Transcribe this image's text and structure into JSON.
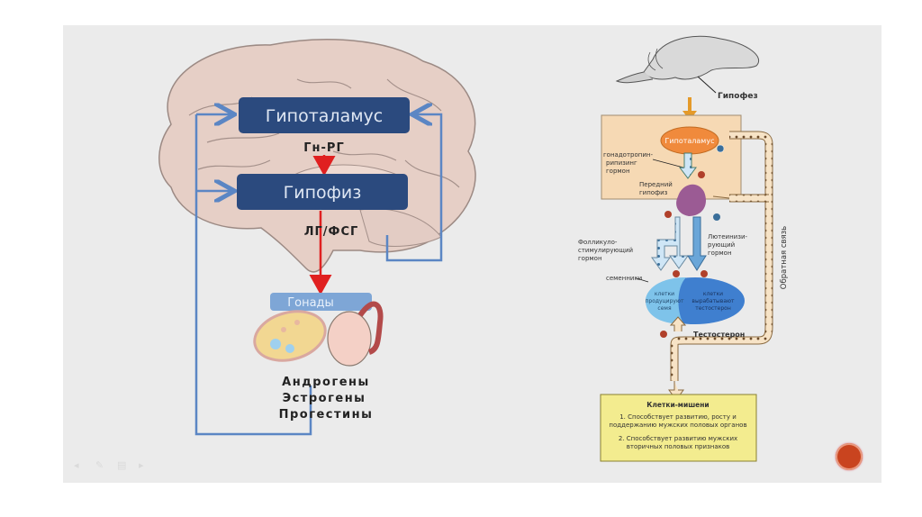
{
  "left_diagram": {
    "hypothalamus_label": "Гипоталамус",
    "gnrh_label": "Гн-РГ",
    "pituitary_label": "Гипофиз",
    "lh_fsh_label": "ЛГ/ФСГ",
    "gonads_label": "Гонады",
    "hormones": [
      "Андрогены",
      "Эстрогены",
      "Прогестины"
    ],
    "colors": {
      "box": "#2b4a7e",
      "feedback": "#5b86c4",
      "stimulus": "#e02020",
      "gonads": "#7ea6d6"
    }
  },
  "right_diagram": {
    "pituitary_pointer_label": "Гипофез",
    "hypothalamus_label": "Гипоталамус",
    "gnrh_label_lines": [
      "гонадотропин-",
      "рипизинг",
      "гормон"
    ],
    "anterior_pituitary_lines": [
      "Передний",
      "гипофиз"
    ],
    "fsh_label_lines": [
      "Фолликуло-",
      "стимулирующий",
      "гормон"
    ],
    "lh_label_lines": [
      "Лютеинизи-",
      "рующий",
      "гормон"
    ],
    "testes_label": "семенники",
    "left_cells_lines": [
      "клетки",
      "продуцируют",
      "семя"
    ],
    "right_cells_lines": [
      "клетки",
      "вырабатывают",
      "тестостерон"
    ],
    "testosterone_label": "Тестостерон",
    "feedback_label": "Обратная связь",
    "target_box": {
      "title": "Клетки-мишени",
      "item1_lines": [
        "1. Способствует развитию, росту и",
        "поддержанию мужских половых органов"
      ],
      "item2_lines": [
        "2. Способствует развитию мужских",
        "вторичных половых признаков"
      ]
    },
    "colors": {
      "panel": "#f6d9b4",
      "hypothalamus": "#f08a3c",
      "pituitary": "#9b5b94",
      "testis_left": "#7ec3ea",
      "testis_right": "#3f7fcf",
      "target_box": "#f3ec8f",
      "arrow_orange": "#e49a2a"
    }
  },
  "toolbar": {
    "icons": [
      "back-icon",
      "pen-icon",
      "slides-icon",
      "forward-icon"
    ]
  }
}
